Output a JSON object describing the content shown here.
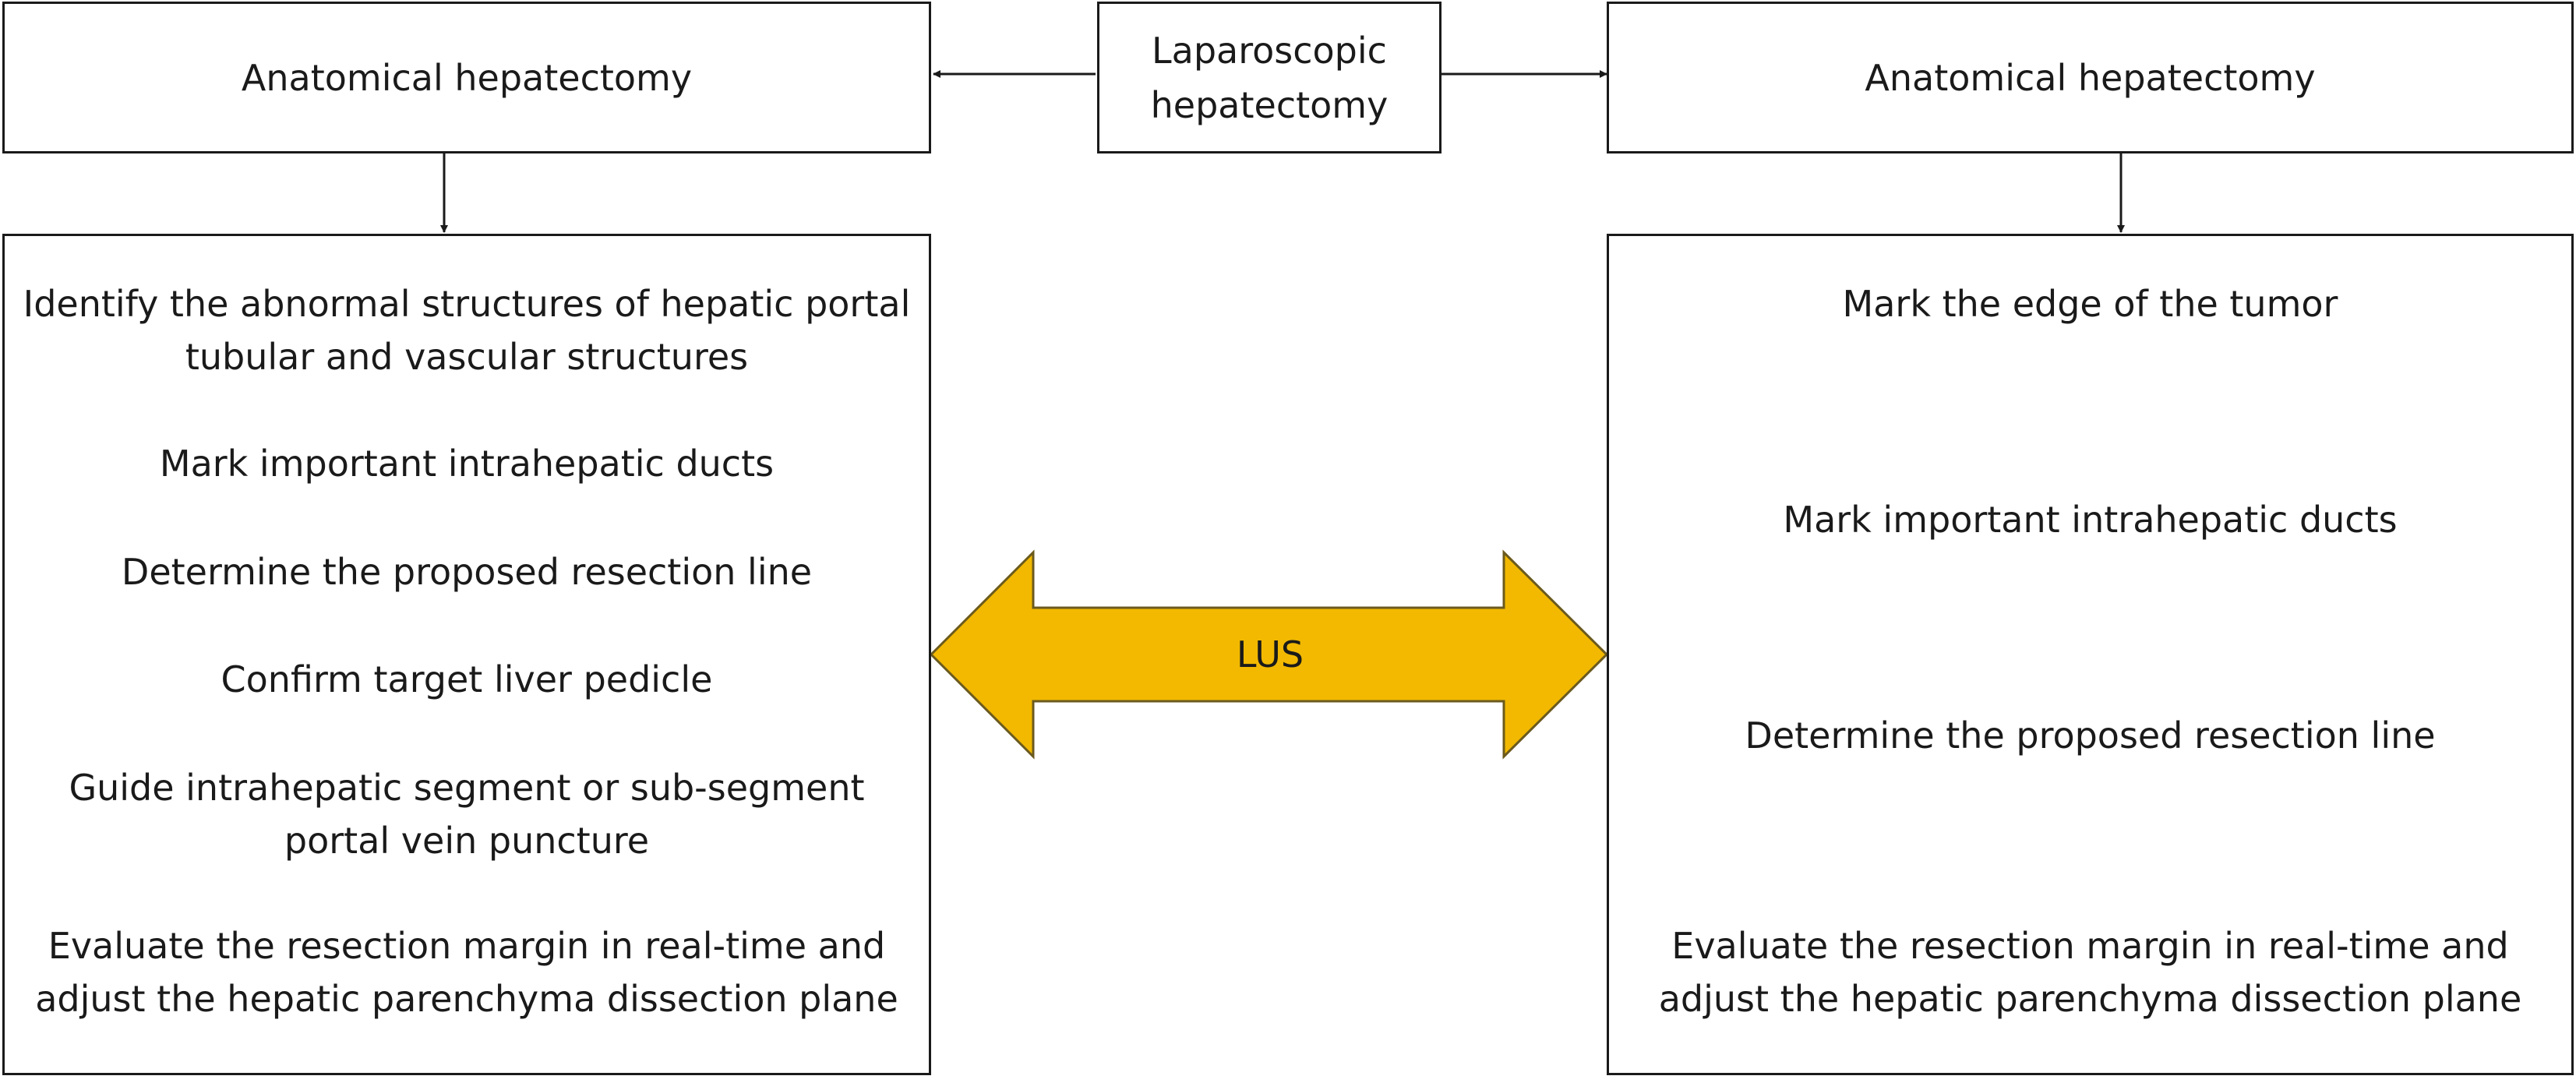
{
  "top": {
    "center_label": "Laparoscopic\nhepatectomy",
    "left_label": "Anatomical hepatectomy",
    "right_label": "Anatomical hepatectomy"
  },
  "left_steps": [
    "Identify the abnormal structures of hepatic portal\ntubular and vascular structures",
    "Mark important intrahepatic ducts",
    "Determine the proposed resection line",
    "Confirm target liver pedicle",
    "Guide intrahepatic segment or sub-segment\nportal vein puncture",
    "Evaluate the resection margin in real-time and\nadjust the hepatic parenchyma dissection plane"
  ],
  "right_steps": [
    "Mark the edge of the tumor",
    "Mark important intrahepatic ducts",
    "Determine the proposed resection line",
    "Evaluate the resection margin in real-time and\nadjust the hepatic parenchyma dissection plane"
  ],
  "connector": {
    "label": "LUS",
    "fill": "#F2B900",
    "stroke": "#6b5a1e"
  }
}
